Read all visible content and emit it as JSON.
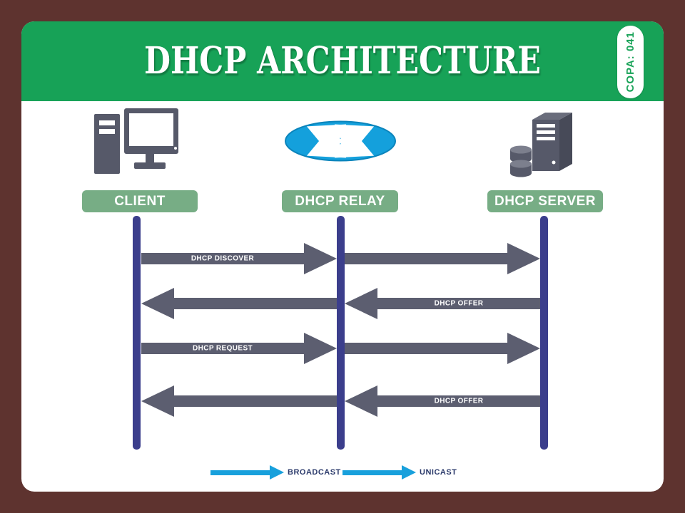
{
  "header": {
    "title": "DHCP ARCHITECTURE",
    "badge": "COPA: 041"
  },
  "entities": [
    {
      "label": "CLIENT",
      "icon": "desktop-computer-icon"
    },
    {
      "label": "DHCP RELAY",
      "icon": "router-icon"
    },
    {
      "label": "DHCP SERVER",
      "icon": "server-icon"
    }
  ],
  "messages": [
    {
      "label": "DHCP DISCOVER",
      "from": "CLIENT",
      "to": "DHCP RELAY",
      "direction": "right"
    },
    {
      "label": "",
      "from": "DHCP RELAY",
      "to": "DHCP SERVER",
      "direction": "right"
    },
    {
      "label": "",
      "from": "DHCP RELAY",
      "to": "CLIENT",
      "direction": "left"
    },
    {
      "label": "DHCP OFFER",
      "from": "DHCP SERVER",
      "to": "DHCP RELAY",
      "direction": "left"
    },
    {
      "label": "DHCP REQUEST",
      "from": "CLIENT",
      "to": "DHCP RELAY",
      "direction": "right"
    },
    {
      "label": "",
      "from": "DHCP RELAY",
      "to": "DHCP SERVER",
      "direction": "right"
    },
    {
      "label": "",
      "from": "DHCP RELAY",
      "to": "CLIENT",
      "direction": "left"
    },
    {
      "label": "DHCP OFFER",
      "from": "DHCP SERVER",
      "to": "DHCP RELAY",
      "direction": "left"
    }
  ],
  "legend": [
    {
      "label": "BROADCAST"
    },
    {
      "label": "UNICAST"
    }
  ],
  "colors": {
    "bg_maroon": "#5e332f",
    "header_green": "#17a257",
    "label_green": "#77ad85",
    "lifeline_indigo": "#3b3e8c",
    "arrow_slate": "#5c5e70",
    "icon_slate": "#565969",
    "accent_blue": "#18a0dc",
    "legend_text": "#2b3a6b"
  }
}
